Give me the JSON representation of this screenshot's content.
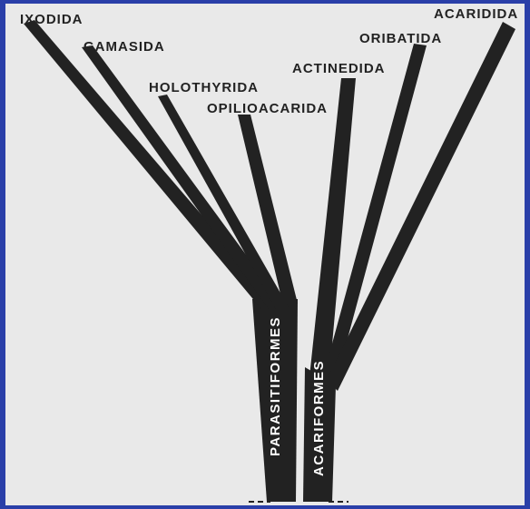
{
  "diagram": {
    "orders": {
      "parasitiformes": "PARASITIFORMES",
      "acariformes": "ACARIFORMES"
    },
    "suborders": {
      "ixodida": "IXODIDA",
      "gamasida": "GAMASIDA",
      "holothyrida": "HOLOTHYRIDA",
      "opilioacarida": "OPILIOACARIDA",
      "actinedida": "ACTINEDIDA",
      "oribatida": "ORIBATIDA",
      "acaridida": "ACARIDIDA"
    }
  },
  "colors": {
    "background": "#e9e9e9",
    "border": "#2a3fa8",
    "branch": "#222222"
  }
}
